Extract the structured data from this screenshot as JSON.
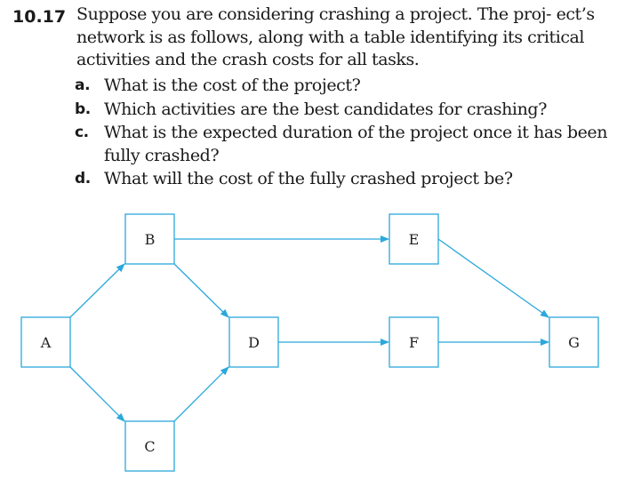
{
  "problem": {
    "number": "10.17",
    "text": "Suppose you are considering crashing a project. The proj- ect’s network is as follows, along with a table identifying its critical activities and the crash costs for all tasks.",
    "questions": [
      {
        "letter": "a.",
        "text": "What is the cost of the project?"
      },
      {
        "letter": "b.",
        "text": "Which activities are the best candidates for crashing?"
      },
      {
        "letter": "c.",
        "text": "What is the expected duration of the project once it has been fully crashed?"
      },
      {
        "letter": "d.",
        "text": "What will the cost of the fully crashed project be?"
      }
    ]
  },
  "network": {
    "line_color": "#2ba8dc",
    "nodes": {
      "A": "A",
      "B": "B",
      "C": "C",
      "D": "D",
      "E": "E",
      "F": "F",
      "G": "G"
    },
    "edges": [
      [
        "A",
        "B"
      ],
      [
        "A",
        "C"
      ],
      [
        "B",
        "D"
      ],
      [
        "C",
        "D"
      ],
      [
        "B",
        "E"
      ],
      [
        "D",
        "F"
      ],
      [
        "E",
        "G"
      ],
      [
        "F",
        "G"
      ]
    ]
  }
}
